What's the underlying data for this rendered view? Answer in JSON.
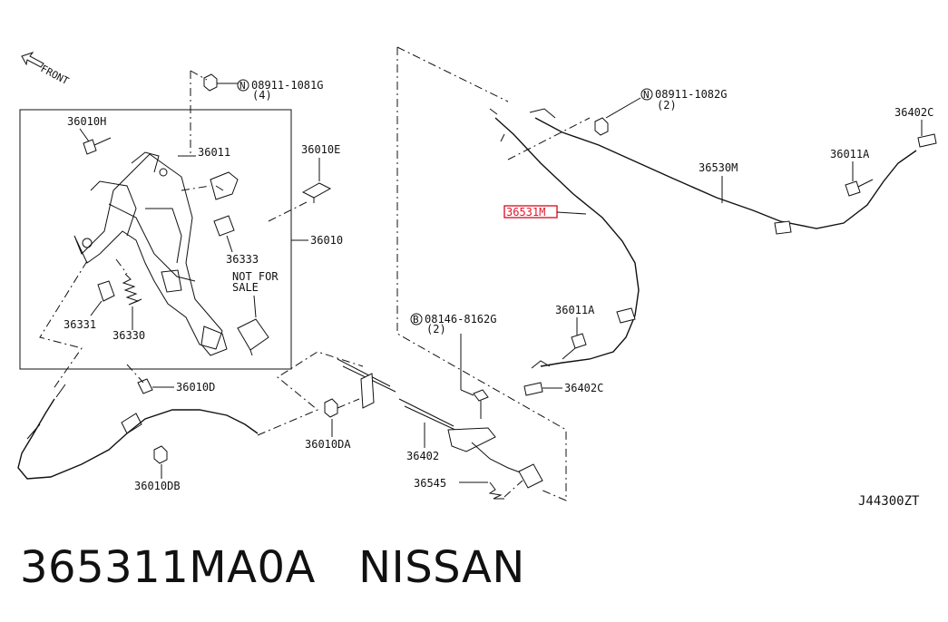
{
  "diagram": {
    "front_label": "FRONT",
    "ref_code": "J44300ZT",
    "highlight_color": "#e0162b",
    "callouts": {
      "c_36010H": "36010H",
      "c_08911_1081G": "08911-1081G",
      "c_08911_1081G_qty": "(4)",
      "c_36011": "36011",
      "c_36010E": "36010E",
      "c_36333": "36333",
      "c_36010": "36010",
      "c_not_for": "NOT FOR",
      "c_sale": "SALE",
      "c_36331": "36331",
      "c_36330": "36330",
      "c_36010D": "36010D",
      "c_36010DB": "36010DB",
      "c_36010DA": "36010DA",
      "c_36402": "36402",
      "c_36545": "36545",
      "c_08146_8162G": "08146-8162G",
      "c_08146_8162G_qty": "(2)",
      "c_36011A_lower": "36011A",
      "c_36402C_lower": "36402C",
      "c_36531M": "36531M",
      "c_08911_1082G": "08911-1082G",
      "c_08911_1082G_qty": "(2)",
      "c_36530M": "36530M",
      "c_36011A_upper": "36011A",
      "c_36402C_upper": "36402C"
    },
    "symbols": {
      "n_symbol": "N",
      "b_symbol": "B"
    }
  },
  "footer": {
    "part_number": "365311MA0A",
    "brand": "NISSAN"
  }
}
